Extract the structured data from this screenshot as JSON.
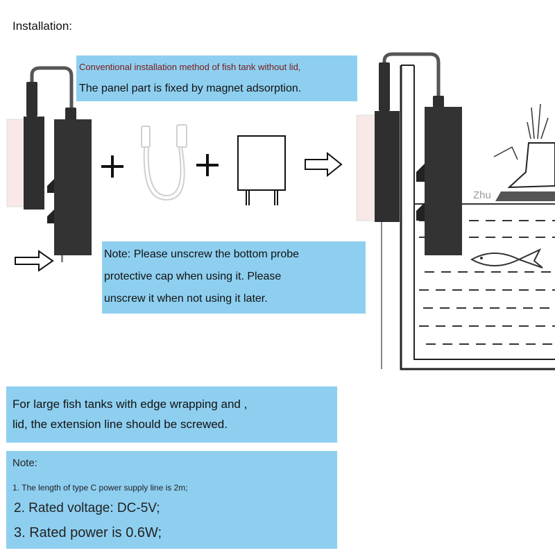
{
  "heading": "Installation:",
  "top_note": {
    "line1": "Conventional installation method of fish tank without lid,",
    "line2": "The panel part is fixed by magnet adsorption."
  },
  "probe_note": {
    "line1": "Note: Please unscrew the bottom probe",
    "line2": "protective cap when using it. Please",
    "line3": "unscrew it when not using it later."
  },
  "large_tank_note": {
    "line1": "For large fish tanks with edge wrapping and ,",
    "line2": "lid, the extension line should be screwed."
  },
  "specs": {
    "title": "Note:",
    "item1": "1. The length of type C power supply line is 2m;",
    "item2": "2. Rated voltage: DC-5V;",
    "item3": "3. Rated power is 0.6W;"
  },
  "illustration": {
    "plus_symbol": "+",
    "watermark": "Zhu",
    "icons": [
      "device-icon",
      "usb-cable-icon",
      "power-adapter-icon",
      "arrow-right-icon",
      "fish-tank-icon",
      "fish-icon"
    ]
  },
  "colors": {
    "note_background": "#8ecff0",
    "device_body": "#333333",
    "device_panel": "#f7e6e6"
  }
}
